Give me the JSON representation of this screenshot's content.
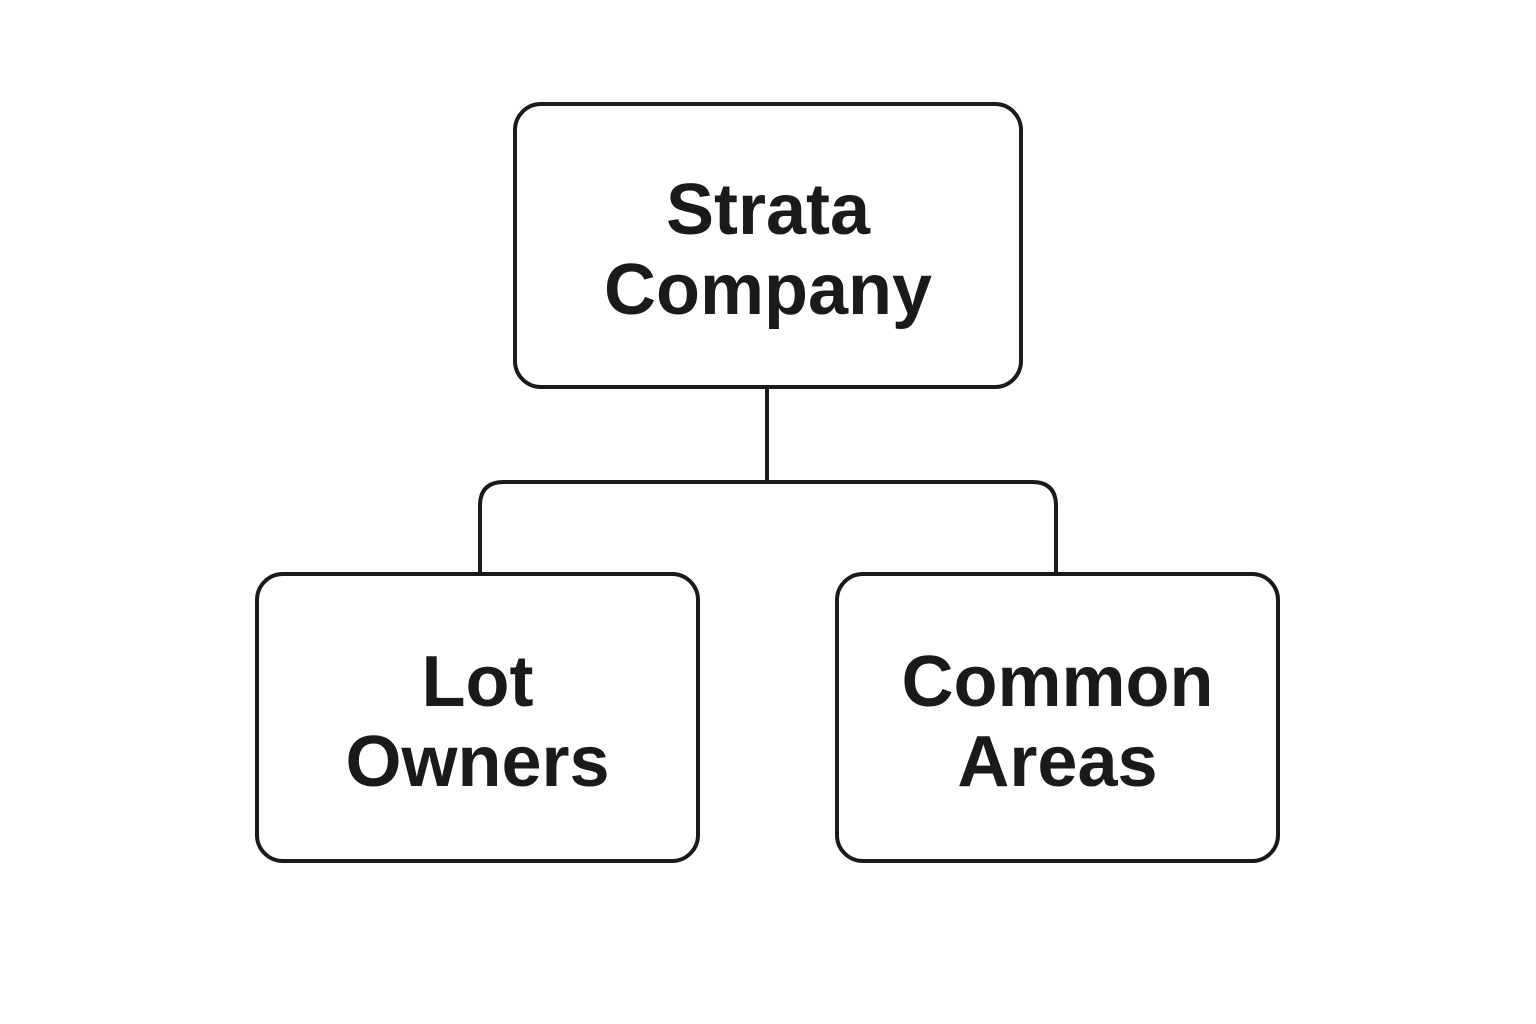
{
  "diagram": {
    "colors": {
      "stroke": "#1a1a1a",
      "background": "#ffffff"
    },
    "root": {
      "line1": "Strata",
      "line2": "Company"
    },
    "children": [
      {
        "line1": "Lot",
        "line2": "Owners"
      },
      {
        "line1": "Common",
        "line2": "Areas"
      }
    ]
  }
}
